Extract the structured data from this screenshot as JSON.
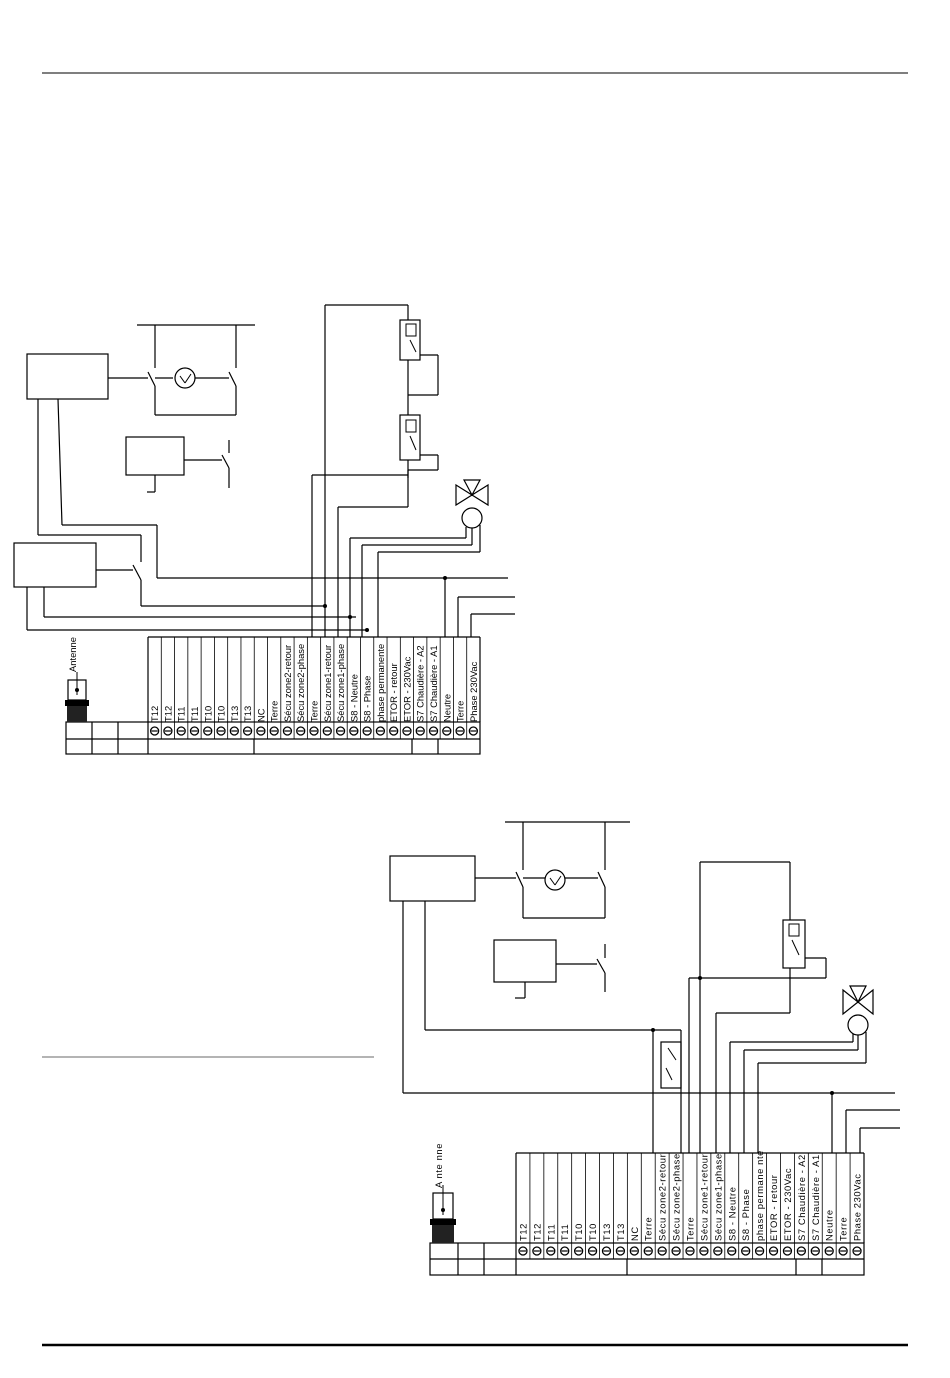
{
  "diagram_top": {
    "antenna_label": "Antenne",
    "terminals": [
      "T12",
      "T12",
      "T11",
      "T11",
      "T10",
      "T10",
      "T13",
      "T13",
      "NC",
      "Terre",
      "Sécu zone2-retour",
      "Sécu zone2-phase",
      "Terre",
      "Sécu zone1-retour",
      "Sécu zone1-phase",
      "S8 - Neutre",
      "S8 - Phase",
      "phase permanente",
      "ETOR - retour",
      "ETOR - 230Vac",
      "S7 Chaudière - A2",
      "S7 Chaudière - A1",
      "Neutre",
      "Terre",
      "Phase 230Vac"
    ]
  },
  "diagram_bottom": {
    "antenna_label": "A nte nne",
    "terminals": [
      "T12",
      "T12",
      "T11",
      "T11",
      "T10",
      "T10",
      "T13",
      "T13",
      "NC",
      "Terre",
      "Sécu zone2-retour",
      "Sécu zone2-phase",
      "Terre",
      "Sécu zone1-retour",
      "Sécu zone1-phase",
      "S8 - Neutre",
      "S8 - Phase",
      "phase permane nte",
      "ETOR - retour",
      "ETOR - 230Vac",
      "S7 Chaudière - A2",
      "S7 Chaudière - A1",
      "Neutre",
      "Terre",
      "Phase 230Vac"
    ]
  }
}
